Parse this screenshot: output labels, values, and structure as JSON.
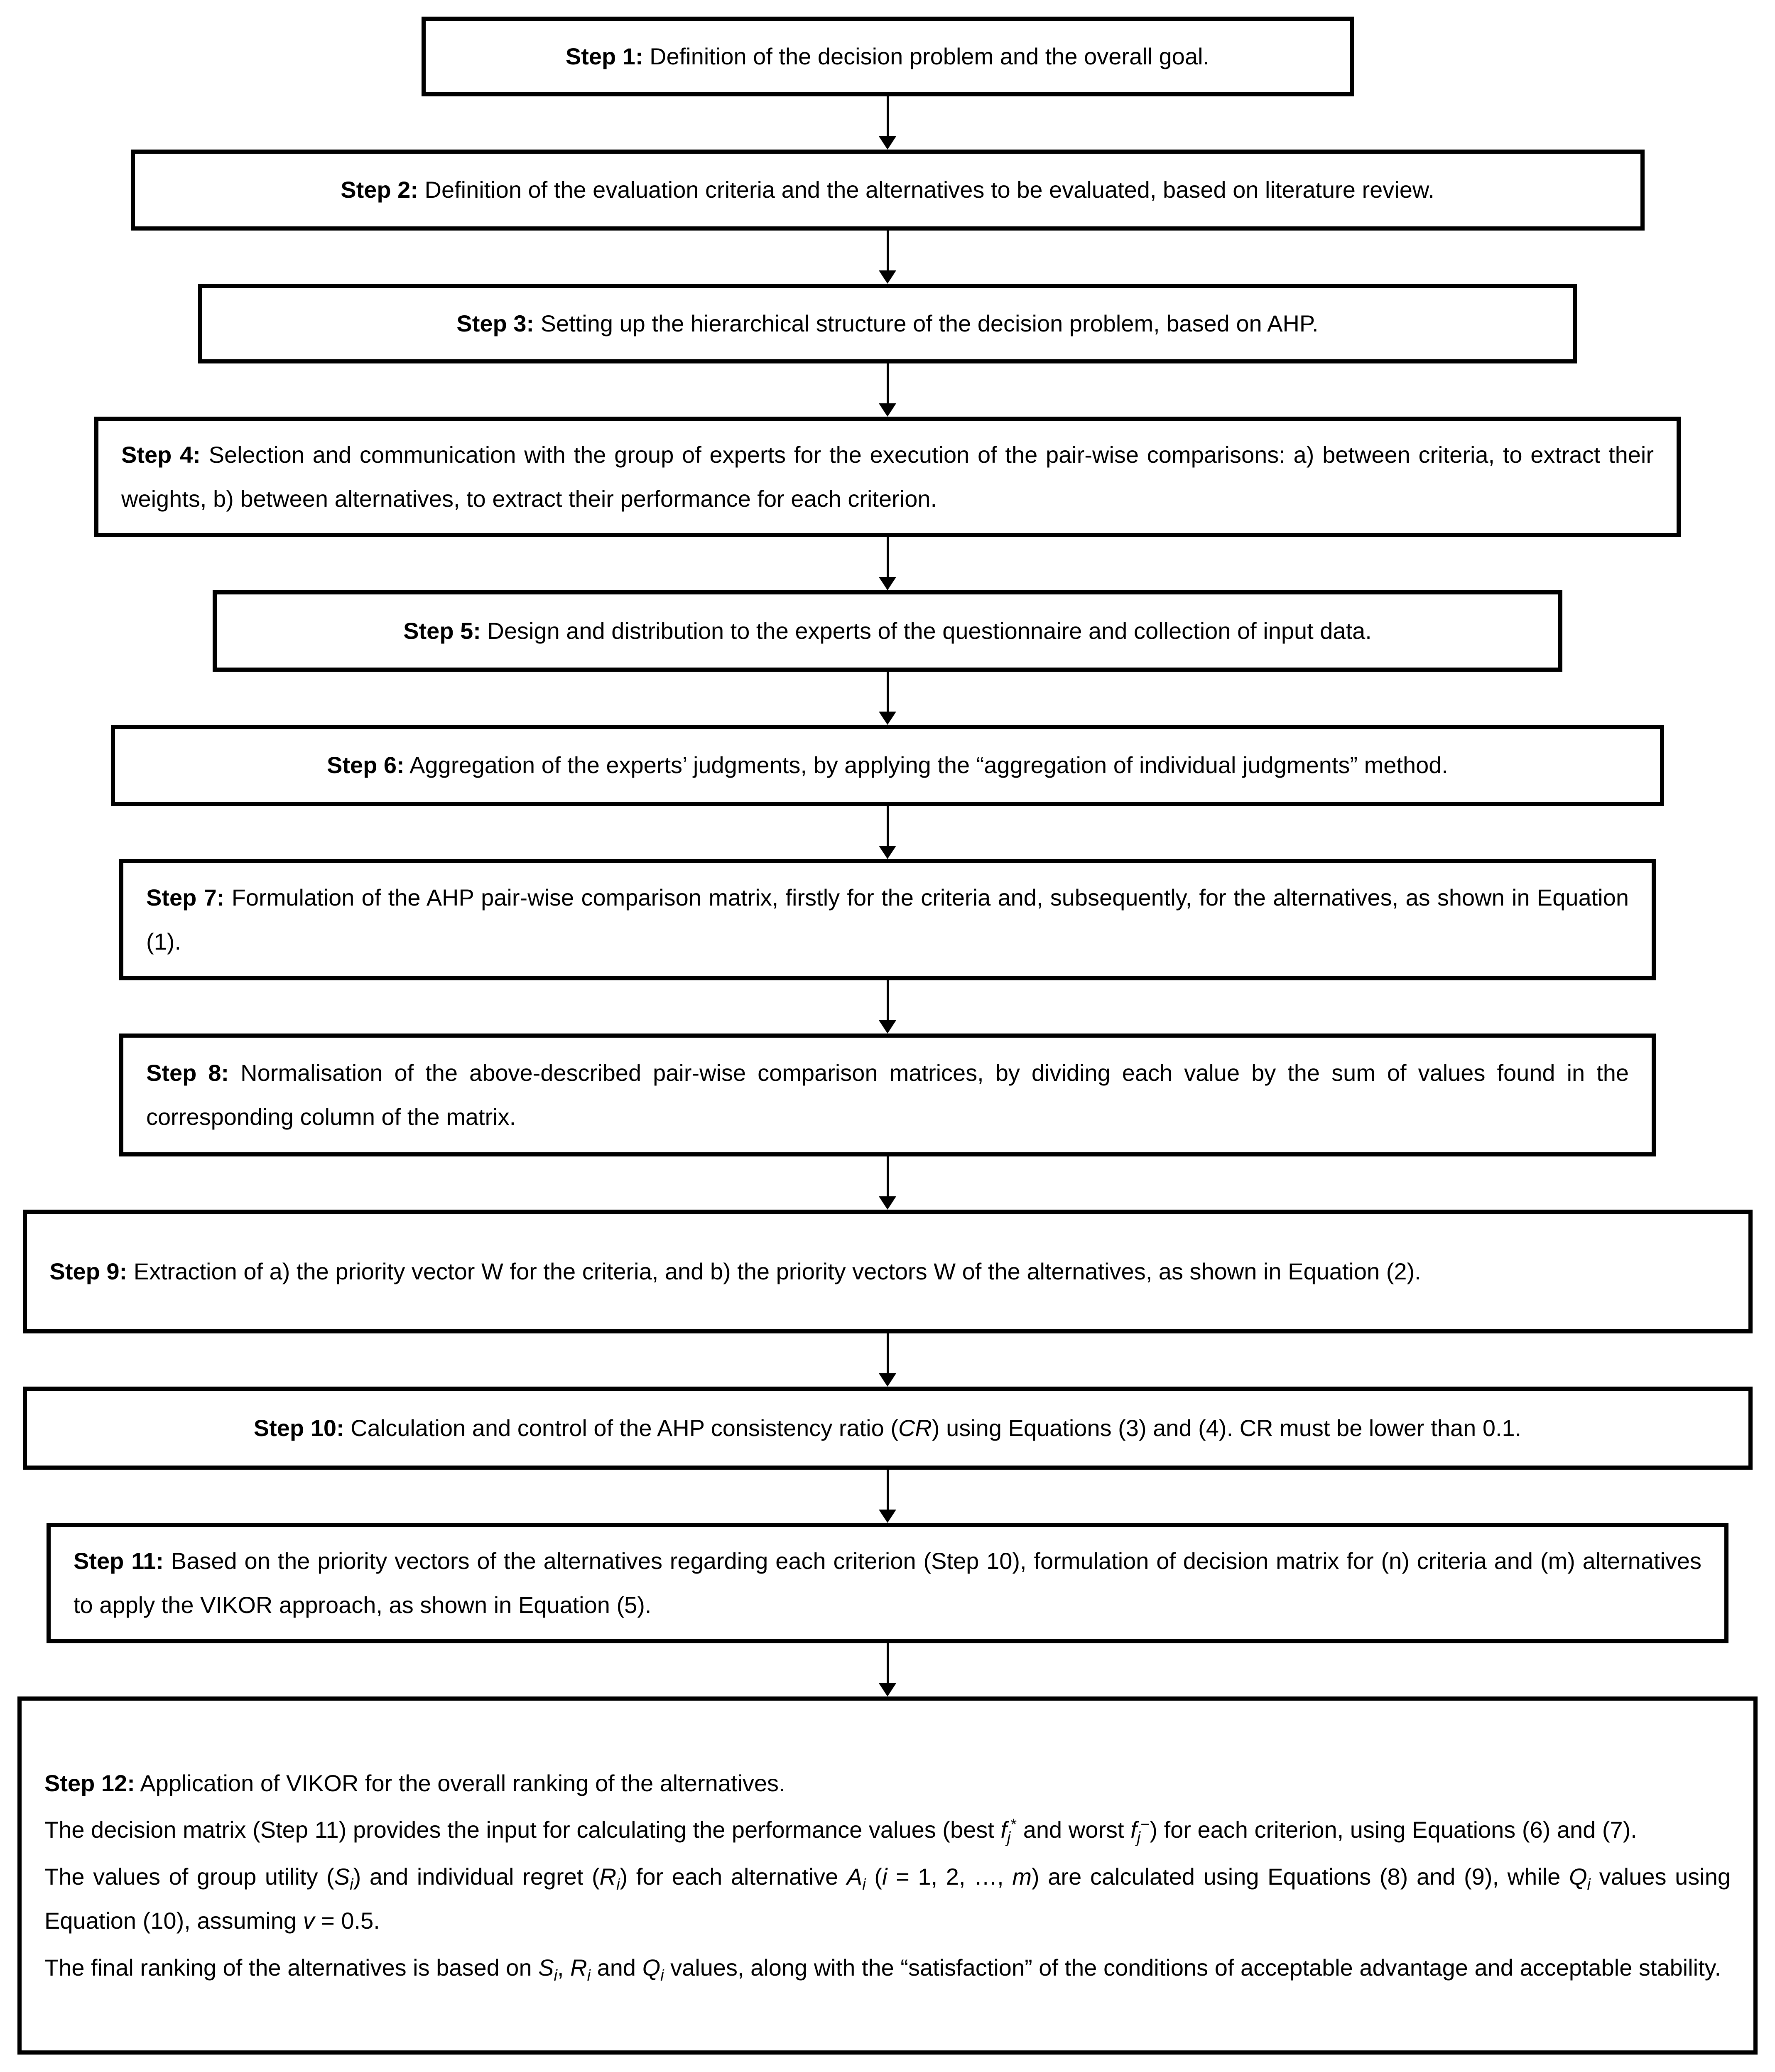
{
  "figure": {
    "background_color": "#ffffff",
    "border_color": "#000000",
    "text_color": "#000000",
    "type": "flowchart",
    "direction": "top-to-bottom"
  },
  "steps": [
    {
      "id": 1,
      "paragraphs": [
        [
          {
            "t": "Step 1:",
            "b": true
          },
          {
            "t": " Definition of the decision problem and the overall goal."
          }
        ]
      ]
    },
    {
      "id": 2,
      "paragraphs": [
        [
          {
            "t": "Step 2:",
            "b": true
          },
          {
            "t": " Definition of the evaluation criteria and the alternatives to be evaluated, based on literature review."
          }
        ]
      ]
    },
    {
      "id": 3,
      "paragraphs": [
        [
          {
            "t": "Step 3:",
            "b": true
          },
          {
            "t": " Setting up the hierarchical structure of the decision problem, based on AHP."
          }
        ]
      ]
    },
    {
      "id": 4,
      "paragraphs": [
        [
          {
            "t": "Step 4:",
            "b": true
          },
          {
            "t": " Selection and communication with the group of experts for the execution of the pair-wise comparisons: a) between criteria, to extract their weights, b) between alternatives, to extract their performance for each criterion."
          }
        ]
      ]
    },
    {
      "id": 5,
      "paragraphs": [
        [
          {
            "t": "Step 5:",
            "b": true
          },
          {
            "t": " Design and distribution to the experts of the questionnaire and collection of input data."
          }
        ]
      ]
    },
    {
      "id": 6,
      "paragraphs": [
        [
          {
            "t": "Step 6:",
            "b": true
          },
          {
            "t": " Aggregation of the experts’ judgments, by applying the “aggregation of individual judgments” method."
          }
        ]
      ]
    },
    {
      "id": 7,
      "paragraphs": [
        [
          {
            "t": "Step 7:",
            "b": true
          },
          {
            "t": " Formulation of the AHP pair-wise comparison matrix, firstly for the criteria and, subsequently, for the alternatives, as shown in Equation (1)."
          }
        ]
      ]
    },
    {
      "id": 8,
      "paragraphs": [
        [
          {
            "t": "Step 8:",
            "b": true
          },
          {
            "t": " Normalisation of the above-described pair-wise comparison matrices, by dividing each value by the sum of values found in the corresponding column of the matrix."
          }
        ]
      ]
    },
    {
      "id": 9,
      "paragraphs": [
        [
          {
            "t": "Step 9:",
            "b": true
          },
          {
            "t": " Extraction of a) the priority vector W for the criteria, and b) the priority vectors W of the alternatives, as shown in Equation (2)."
          }
        ]
      ]
    },
    {
      "id": 10,
      "paragraphs": [
        [
          {
            "t": "Step 10:",
            "b": true
          },
          {
            "t": " Calculation and control of the AHP consistency ratio ("
          },
          {
            "t": "CR",
            "i": true
          },
          {
            "t": ") using Equations (3) and (4). CR must be lower than 0.1."
          }
        ]
      ]
    },
    {
      "id": 11,
      "paragraphs": [
        [
          {
            "t": "Step 11:",
            "b": true
          },
          {
            "t": " Based on the priority vectors of the alternatives regarding each criterion (Step 10), formulation of decision matrix for (n) criteria and (m) alternatives to apply the VIKOR approach, as shown in Equation (5)."
          }
        ]
      ]
    },
    {
      "id": 12,
      "paragraphs": [
        [
          {
            "t": "Step 12:",
            "b": true
          },
          {
            "t": " Application of VIKOR for the overall ranking of the alternatives."
          }
        ],
        [
          {
            "t": "The decision matrix (Step 11) provides the input for calculating the performance values (best "
          },
          {
            "t": "f",
            "i": true
          },
          {
            "t": "j",
            "i": true,
            "sub": true
          },
          {
            "t": "*",
            "sup": true
          },
          {
            "t": " and worst "
          },
          {
            "t": "f",
            "i": true
          },
          {
            "t": "j",
            "i": true,
            "sub": true
          },
          {
            "t": "−",
            "sup": true
          },
          {
            "t": ") for each criterion, using Equations (6) and (7)."
          }
        ],
        [
          {
            "t": "The values of group utility ("
          },
          {
            "t": "S",
            "i": true
          },
          {
            "t": "i",
            "i": true,
            "sub": true
          },
          {
            "t": ") and individual regret ("
          },
          {
            "t": "R",
            "i": true
          },
          {
            "t": "i",
            "i": true,
            "sub": true
          },
          {
            "t": ") for each alternative "
          },
          {
            "t": "A",
            "i": true
          },
          {
            "t": "i",
            "i": true,
            "sub": true
          },
          {
            "t": " ("
          },
          {
            "t": "i",
            "i": true
          },
          {
            "t": " = 1, 2, …, "
          },
          {
            "t": "m",
            "i": true
          },
          {
            "t": ") are calculated using Equations (8) and (9), while "
          },
          {
            "t": "Q",
            "i": true
          },
          {
            "t": "i",
            "i": true,
            "sub": true
          },
          {
            "t": " values using Equation (10), assuming "
          },
          {
            "t": "v",
            "i": true
          },
          {
            "t": " = 0.5."
          }
        ],
        [
          {
            "t": "The final ranking of the alternatives is based on "
          },
          {
            "t": "S",
            "i": true
          },
          {
            "t": "i",
            "i": true,
            "sub": true
          },
          {
            "t": ", "
          },
          {
            "t": "R",
            "i": true
          },
          {
            "t": "i",
            "i": true,
            "sub": true
          },
          {
            "t": " and "
          },
          {
            "t": "Q",
            "i": true
          },
          {
            "t": "i",
            "i": true,
            "sub": true
          },
          {
            "t": " values, along with the “satisfaction” of the conditions of acceptable advantage and acceptable stability."
          }
        ]
      ]
    }
  ]
}
